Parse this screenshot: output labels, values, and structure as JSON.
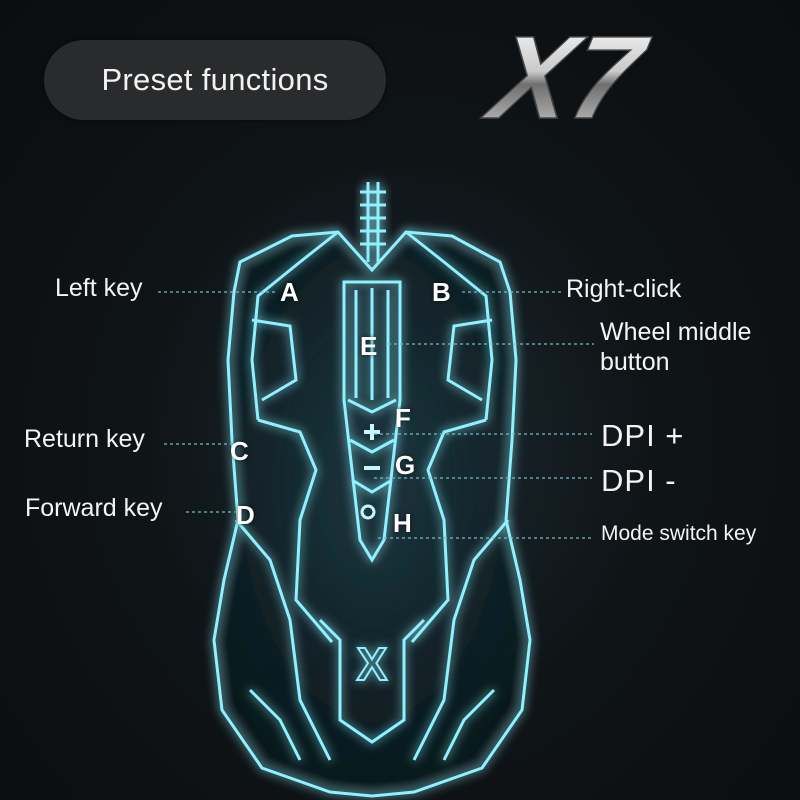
{
  "header": {
    "title": "Preset functions"
  },
  "logo": {
    "text": "X7"
  },
  "mouse_logo": {
    "text": "X"
  },
  "buttons": [
    {
      "letter": "A",
      "function": "Left key"
    },
    {
      "letter": "B",
      "function": "Right-click"
    },
    {
      "letter": "E",
      "function_line1": "Wheel middle",
      "function_line2": "button"
    },
    {
      "letter": "C",
      "function": "Return key"
    },
    {
      "letter": "F",
      "function": "DPI +"
    },
    {
      "letter": "G",
      "function": "DPI -"
    },
    {
      "letter": "D",
      "function": "Forward key"
    },
    {
      "letter": "H",
      "function": "Mode switch key"
    }
  ],
  "colors": {
    "background": "#0f1417",
    "outline_glow": "#7fe6f5",
    "pill": "#2a2b2c",
    "leader_line": "#7ab8c8"
  }
}
